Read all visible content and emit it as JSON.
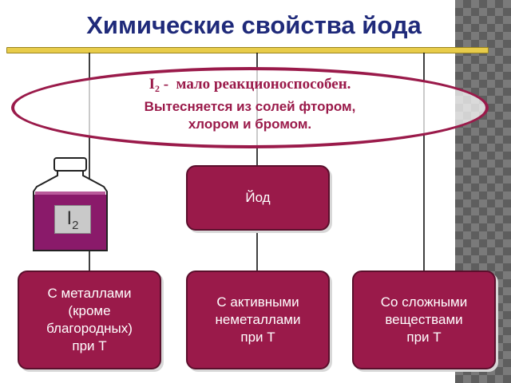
{
  "title": "Химические свойства йода",
  "oval": {
    "formula_symbol": "I",
    "formula_subscript": "2",
    "line1_rest": " -  мало реакционоспособен.",
    "line2": "Вытесняется из солей фтором,",
    "line3": "хлором и бромом."
  },
  "flask": {
    "label_symbol": "I",
    "label_subscript": "2"
  },
  "center_box": {
    "label": "Йод"
  },
  "bottom_boxes": [
    {
      "lines": [
        "С металлами",
        "(кроме",
        "благородных)",
        "при Т"
      ]
    },
    {
      "lines": [
        "С активными",
        "неметаллами",
        "при Т"
      ]
    },
    {
      "lines": [
        "Со сложными",
        "веществами",
        "при Т"
      ]
    }
  ],
  "colors": {
    "title": "#1f2a7a",
    "accent": "#9a1a4a",
    "title_bar": "#e8cc4a",
    "flask_liquid": "#8a1a6a"
  }
}
